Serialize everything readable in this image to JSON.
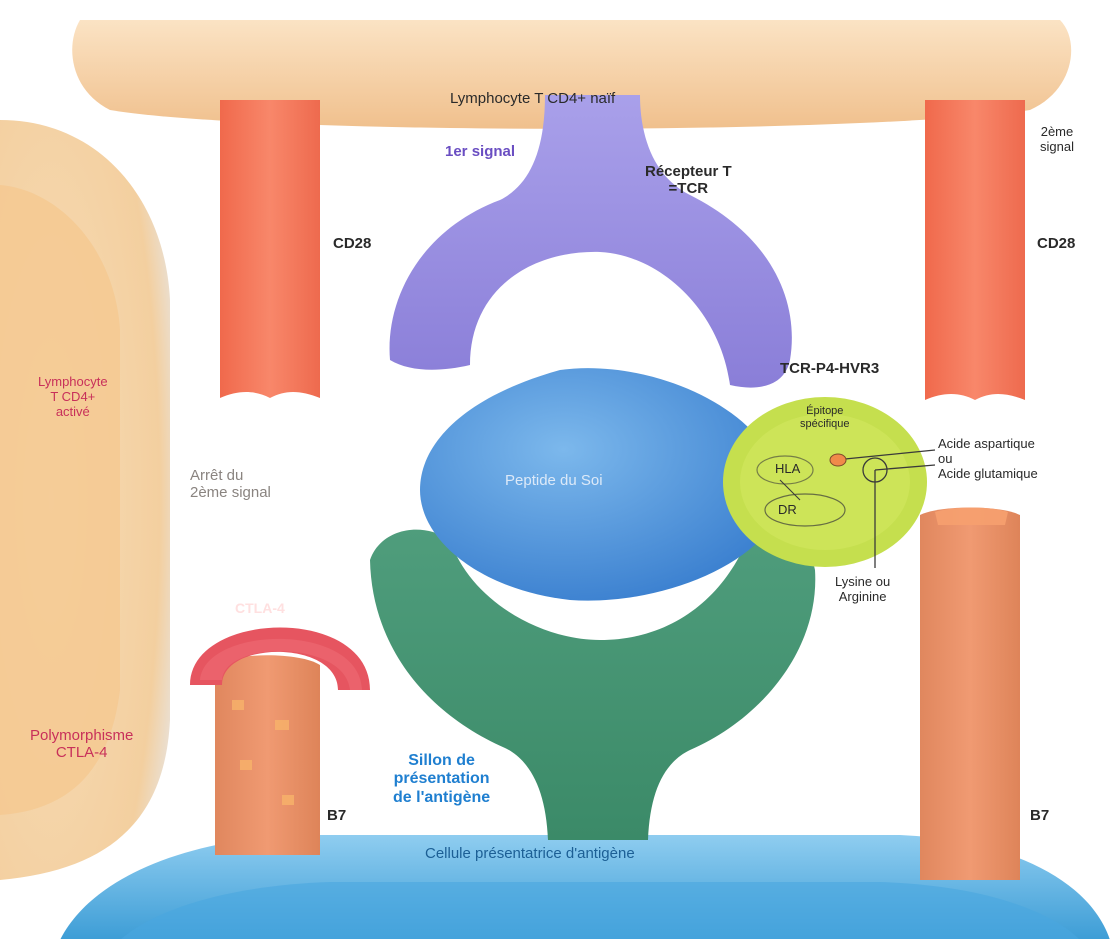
{
  "labels": {
    "lymphocyte_naif": "Lymphocyte T CD4+ naïf",
    "signal_1": "1er signal",
    "signal_2_right_line1": "2ème",
    "signal_2_right_line2": "signal",
    "recepteur_t_line1": "Récepteur T",
    "recepteur_t_line2": "=TCR",
    "cd28_left": "CD28",
    "cd28_right": "CD28",
    "lymphocyte_active_line1": "Lymphocyte",
    "lymphocyte_active_line2": "T CD4+",
    "lymphocyte_active_line3": "activé",
    "tcr_p4_hvr3": "TCR-P4-HVR3",
    "epitope_line1": "Épitope",
    "epitope_line2": "spécifique",
    "acide_line1": "Acide aspartique",
    "acide_line2": "ou",
    "acide_line3": "Acide glutamique",
    "arret_line1": "Arrêt du",
    "arret_line2": "2ème signal",
    "peptide": "Peptide du Soi",
    "hla": "HLA",
    "dr": "DR",
    "lysine_line1": "Lysine ou",
    "lysine_line2": "Arginine",
    "ctla4": "CTLA-4",
    "polymorphisme_line1": "Polymorphisme",
    "polymorphisme_line2": "CTLA-4",
    "sillon_line1": "Sillon de",
    "sillon_line2": "présentation",
    "sillon_line3": "de l'antigène",
    "b7_left": "B7",
    "b7_right": "B7",
    "cellule_presentatrice": "Cellule présentatrice d'antigène"
  },
  "colors": {
    "naive_cell": "#f6d2a8",
    "active_cell": "#f3d9b8",
    "cd28": "#f57a5b",
    "b7": "#e8936a",
    "tcr": "#9a8fe0",
    "mhc": "#3d8f6e",
    "peptide": "#4a8fd6",
    "green_zone": "#c5df4e",
    "ctla4": "#e65560",
    "apc": "#5fb0dd",
    "purple_text": "#6a4ec2",
    "pink_text": "#c8305a",
    "blue_text": "#1f7fd0"
  }
}
